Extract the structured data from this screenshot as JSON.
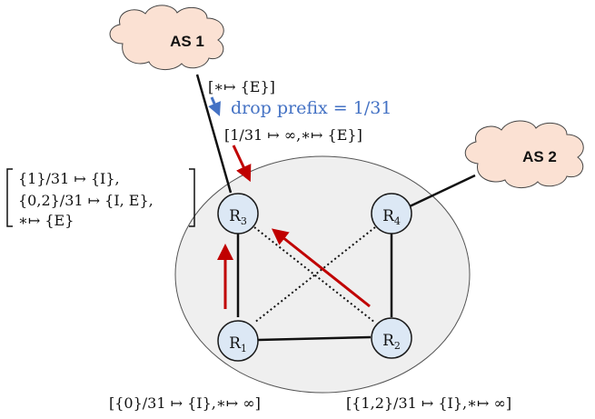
{
  "autonomous_systems": [
    {
      "id": "as1",
      "label": "AS 1"
    },
    {
      "id": "as2",
      "label": "AS 2"
    }
  ],
  "routers": [
    {
      "id": "r1",
      "base": "R",
      "sub": "1"
    },
    {
      "id": "r2",
      "base": "R",
      "sub": "2"
    },
    {
      "id": "r3",
      "base": "R",
      "sub": "3"
    },
    {
      "id": "r4",
      "base": "R",
      "sub": "4"
    }
  ],
  "annotations": {
    "as1_advert": "[∗↦ {E}]",
    "drop_rule": "drop prefix = 1/31",
    "r3_incoming": "[1/31 ↦ ∞,∗↦ {E}]",
    "r3_table": [
      "{1}/31 ↦ {I},",
      "{0,2}/31 ↦ {I, E},",
      "∗↦ {E}"
    ],
    "r1_table": "[{0}/31 ↦ {I},∗↦ ∞]",
    "r2_table": "[{1,2}/31 ↦ {I},∗↦ ∞]"
  },
  "colors": {
    "router_fill": "#dce8f5",
    "router_stroke": "#1a1a1a",
    "cloud_fill": "#fbe1d3",
    "domain_fill": "#efefef",
    "arrow_red": "#c00000",
    "arrow_blue": "#4472c4",
    "text_blue": "#4472c4"
  }
}
